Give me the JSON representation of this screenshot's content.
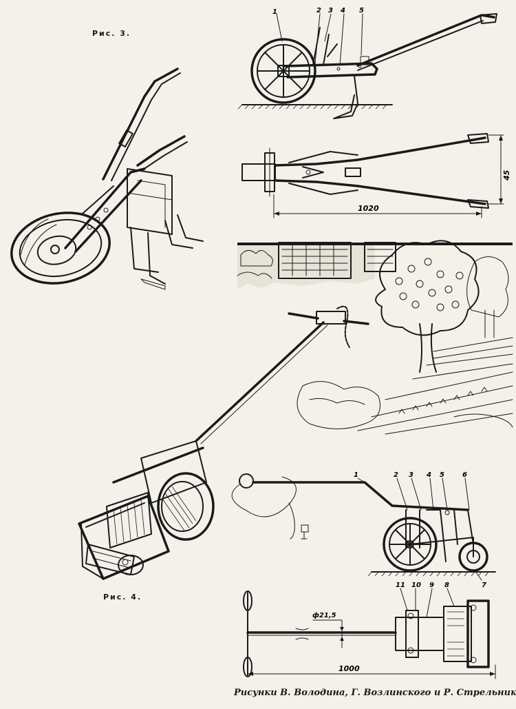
{
  "figure3": {
    "caption": "Рис. 3.",
    "side_callouts": [
      "1",
      "2",
      "3",
      "4",
      "5"
    ],
    "dim_length": "1020",
    "dim_width": "45"
  },
  "figure4": {
    "caption": "Рис. 4.",
    "side_callouts": [
      "1",
      "2",
      "3",
      "4",
      "5",
      "6",
      "7"
    ],
    "plan_callouts": [
      "11",
      "10",
      "9",
      "8"
    ],
    "dim_diameter": "ф21,5",
    "dim_length": "1000"
  },
  "credits": "Рисунки В. Володина, Г. Возлинского и Р. Стрельникова",
  "colors": {
    "paper": "#f3f1ea",
    "ink": "#1a1a1a"
  }
}
